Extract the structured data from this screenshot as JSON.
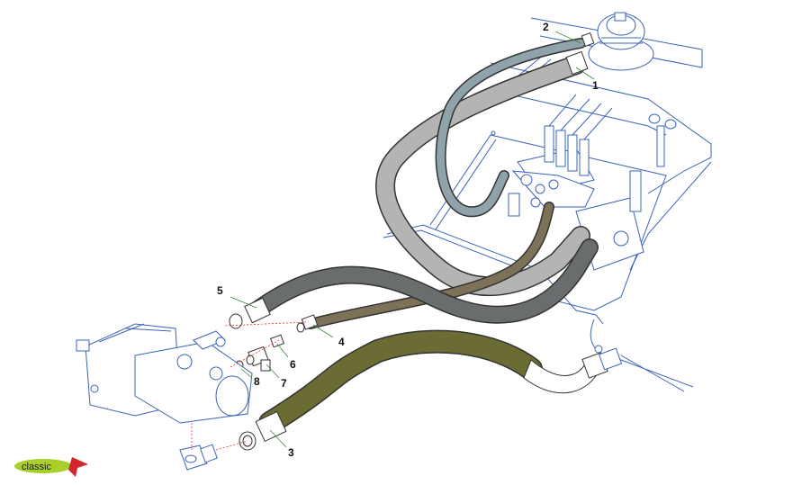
{
  "diagram": {
    "type": "exploded hydraulic hose assembly",
    "callouts": [
      {
        "id": "1",
        "label": "1",
        "part": "large grey hose (tank to valve)"
      },
      {
        "id": "2",
        "label": "2",
        "part": "blue-grey return hose"
      },
      {
        "id": "3",
        "label": "3",
        "part": "olive suction hose"
      },
      {
        "id": "4",
        "label": "4",
        "part": "brown pressure hose"
      },
      {
        "id": "5",
        "label": "5",
        "part": "dark grey pressure hose"
      },
      {
        "id": "6",
        "label": "6",
        "part": "adapter nipple"
      },
      {
        "id": "7",
        "label": "7",
        "part": "tee fitting"
      },
      {
        "id": "8",
        "label": "8",
        "part": "sealing washer"
      }
    ],
    "colors": {
      "blueprint": "#3a63b8",
      "hose_light_grey": "#b4b4b2",
      "hose_blue_grey": "#8fa3ab",
      "hose_brown": "#7d7258",
      "hose_dark_grey": "#6a6d6e",
      "hose_olive": "#6b6b34",
      "leader": "#3b8a3b",
      "axis": "#e33333"
    }
  },
  "logo": {
    "text": "classic",
    "bg": "#a8cf2a",
    "accent": "#d4242c"
  }
}
